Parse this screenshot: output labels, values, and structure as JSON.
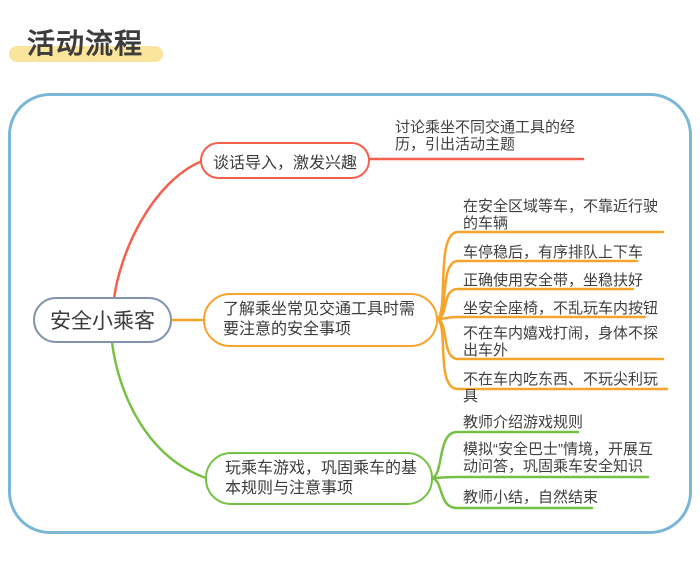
{
  "page_title": "活动流程",
  "mindmap": {
    "root": "安全小乘客",
    "branches": [
      {
        "label": "谈话导入，激发兴趣",
        "children": [
          "讨论乘坐不同交通工具的经历，引出活动主题"
        ]
      },
      {
        "label": "了解乘坐常见交通工具时需要注意的安全事项",
        "children": [
          "在安全区域等车，不靠近行驶的车辆",
          "车停稳后，有序排队上下车",
          "正确使用安全带，坐稳扶好",
          "坐安全座椅，不乱玩车内按钮",
          "不在车内嬉戏打闹，身体不探出车外",
          "不在车内吃东西、不玩尖利玩具"
        ]
      },
      {
        "label": "玩乘车游戏，巩固乘车的基本规则与注意事项",
        "children": [
          "教师介绍游戏规则",
          "模拟“安全巴士”情境，开展互动问答，巩固乘车安全知识",
          "教师小结，自然结束"
        ]
      }
    ],
    "colors": {
      "branch1": "#f4604f",
      "branch2": "#f7a42c",
      "branch3": "#76c145",
      "frame": "#7ab7d7",
      "root_border": "#8494ad",
      "highlight": "#fbe49c"
    }
  }
}
